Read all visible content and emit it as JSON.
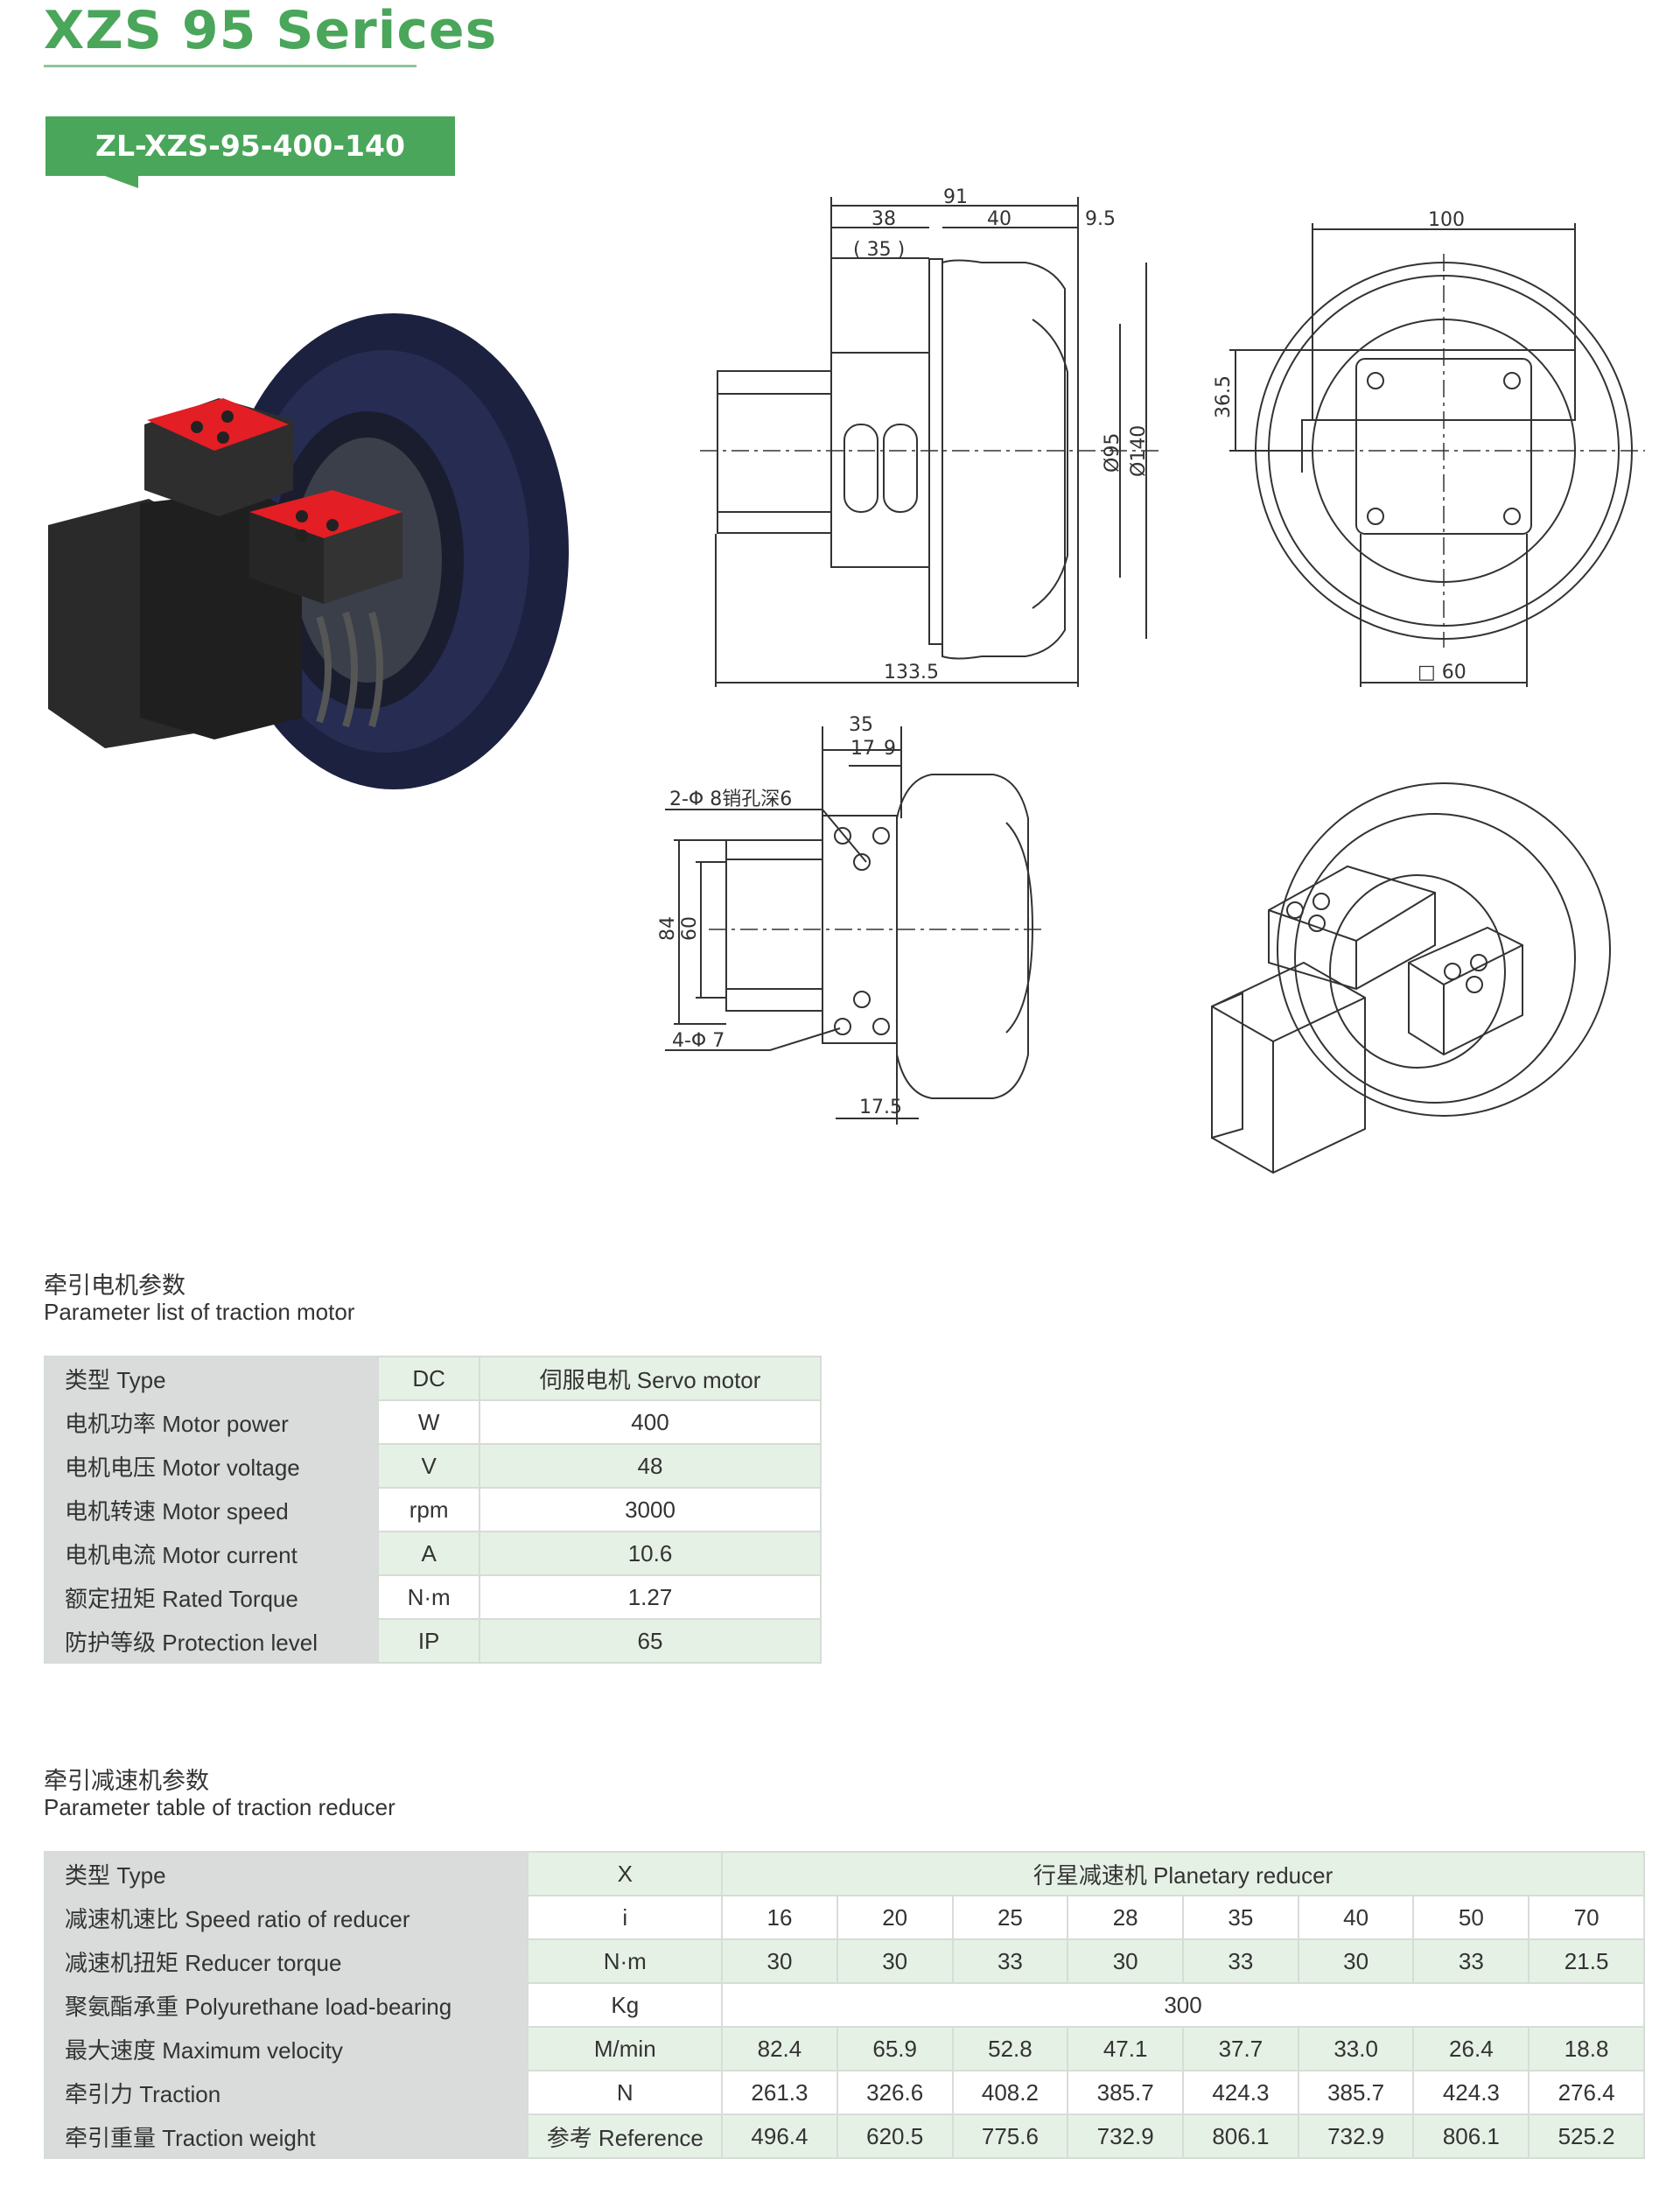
{
  "header": {
    "title": "XZS 95 Serices",
    "model": "ZL-XZS-95-400-140"
  },
  "drawing": {
    "side_view": {
      "dim_overall_top": "91",
      "dim_left": "38",
      "dim_middle": "40",
      "dim_right": "9.5",
      "dim_ref": "( 35 )",
      "dim_dia_inner": "Ø95",
      "dim_dia_outer": "Ø140",
      "dim_overall_length": "133.5"
    },
    "front_view": {
      "dim_width": "100",
      "dim_height": "36.5",
      "dim_square": "□ 60"
    },
    "top_view": {
      "dim_top": "35",
      "dim_a": "17",
      "dim_b": "9",
      "pin_note": "2-Φ 8销孔深6",
      "hole_note": "4-Φ 7",
      "dim_84": "84",
      "dim_60": "60",
      "dim_bottom": "17.5"
    }
  },
  "motor_section": {
    "title_cn": "牵引电机参数",
    "title_en": "Parameter list of traction motor",
    "rows": [
      {
        "label": "类型 Type",
        "unit": "DC",
        "value": "伺服电机 Servo motor"
      },
      {
        "label": "电机功率 Motor power",
        "unit": "W",
        "value": "400"
      },
      {
        "label": "电机电压 Motor voltage",
        "unit": "V",
        "value": "48"
      },
      {
        "label": "电机转速 Motor speed",
        "unit": "rpm",
        "value": "3000"
      },
      {
        "label": "电机电流 Motor current",
        "unit": "A",
        "value": "10.6"
      },
      {
        "label": "额定扭矩 Rated Torque",
        "unit": "N·m",
        "value": "1.27"
      },
      {
        "label": "防护等级 Protection level",
        "unit": "IP",
        "value": "65"
      }
    ]
  },
  "reducer_section": {
    "title_cn": "牵引减速机参数",
    "title_en": "Parameter table of traction reducer",
    "type_row": {
      "label": "类型 Type",
      "unit": "X",
      "value": "行星减速机 Planetary reducer"
    },
    "ratio_row": {
      "label": "减速机速比 Speed ratio of reducer",
      "unit": "i",
      "values": [
        "16",
        "20",
        "25",
        "28",
        "35",
        "40",
        "50",
        "70"
      ]
    },
    "torque_row": {
      "label": "减速机扭矩 Reducer torque",
      "unit": "N·m",
      "values": [
        "30",
        "30",
        "33",
        "30",
        "33",
        "30",
        "33",
        "21.5"
      ]
    },
    "load_row": {
      "label": "聚氨酯承重 Polyurethane load-bearing",
      "unit": "Kg",
      "value": "300"
    },
    "velocity_row": {
      "label": "最大速度 Maximum velocity",
      "unit": "M/min",
      "values": [
        "82.4",
        "65.9",
        "52.8",
        "47.1",
        "37.7",
        "33.0",
        "26.4",
        "18.8"
      ]
    },
    "traction_row": {
      "label": "牵引力 Traction",
      "unit": "N",
      "values": [
        "261.3",
        "326.6",
        "408.2",
        "385.7",
        "424.3",
        "385.7",
        "424.3",
        "276.4"
      ]
    },
    "weight_row": {
      "label": "牵引重量 Traction weight",
      "unit": "参考 Reference",
      "values": [
        "496.4",
        "620.5",
        "775.6",
        "732.9",
        "806.1",
        "732.9",
        "806.1",
        "525.2"
      ]
    }
  }
}
